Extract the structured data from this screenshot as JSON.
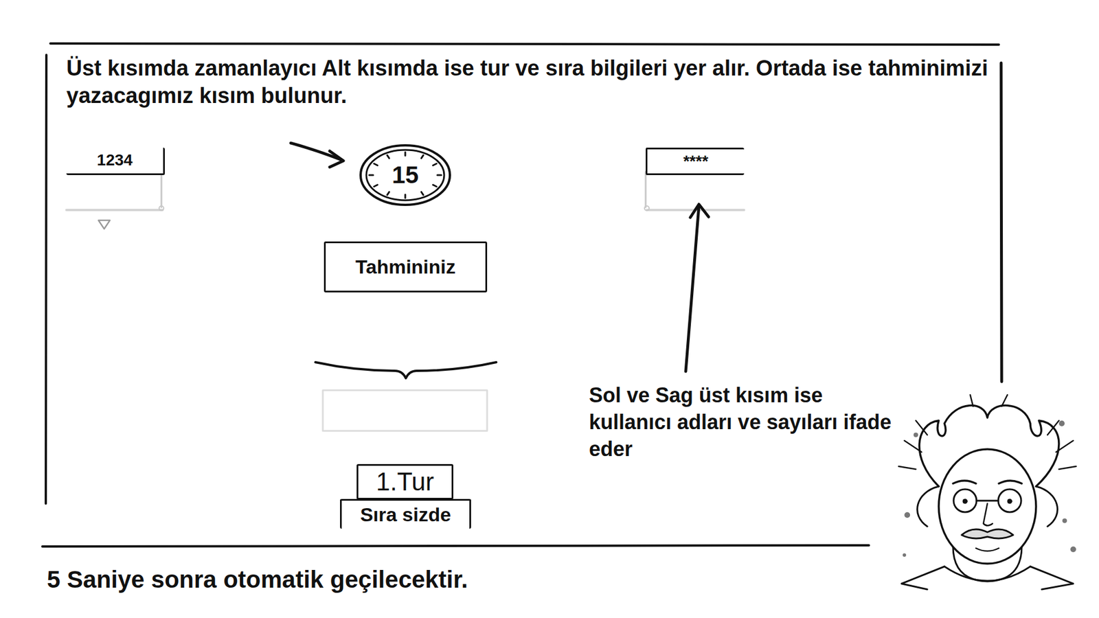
{
  "diagram": {
    "title": "Üst kısımda zamanlayıcı Alt kısımda ise tur ve sıra bilgileri yer alır. Ortada ise tahminimizi yazacagımız kısım bulunur.",
    "caption": "5 Saniye sonra otomatik geçilecektir.",
    "nodes": [
      {
        "text": [
          "1234"
        ]
      },
      {
        "text": [
          "15"
        ]
      },
      {
        "text": [
          "****"
        ]
      },
      {
        "text": [
          "Tahmininiz"
        ]
      },
      {
        "text": [
          "1.Tur"
        ]
      },
      {
        "text": [
          "Sıra sizde"
        ]
      }
    ],
    "labels": [
      "Sol ve Sag üst kısım ise kullanıcı adları ve sayıları ifade eder"
    ]
  }
}
